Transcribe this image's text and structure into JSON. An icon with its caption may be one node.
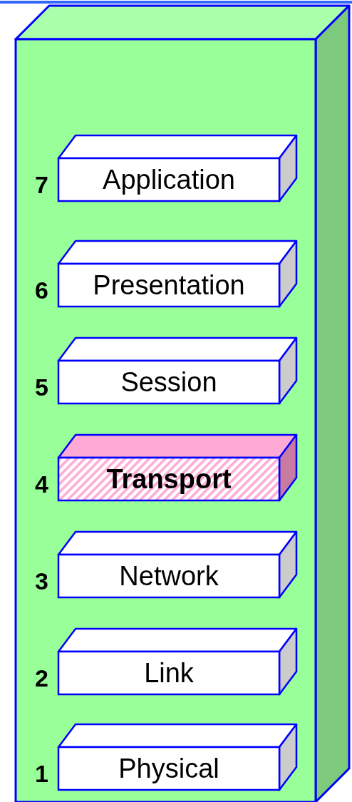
{
  "diagram": {
    "nodes": [
      {
        "text": [],
        "shape": "box"
      },
      {
        "text": [
          "Application"
        ],
        "in": 0,
        "beside": [
          "7"
        ]
      },
      {
        "text": [
          "Presentation"
        ],
        "in": 0,
        "beside": [
          "6"
        ]
      },
      {
        "text": [
          "Session"
        ],
        "in": 0,
        "beside": [
          "5"
        ]
      },
      {
        "text": [
          "Transport"
        ],
        "in": 0,
        "beside": [
          "4"
        ]
      },
      {
        "text": [
          "Network"
        ],
        "in": 0,
        "beside": [
          "3"
        ]
      },
      {
        "text": [
          "Link"
        ],
        "in": 0,
        "beside": [
          "2"
        ]
      },
      {
        "text": [
          "Physical"
        ],
        "in": 0,
        "beside": [
          "1"
        ]
      }
    ]
  }
}
